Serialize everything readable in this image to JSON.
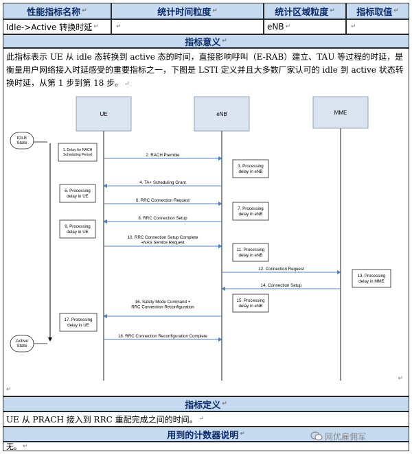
{
  "table": {
    "headers": [
      "性能指标名称",
      "统计时间粒度",
      "统计区域粒度",
      "指标取值"
    ],
    "row": {
      "name": "Idle->Active 转换时延",
      "time_granularity": "",
      "region_granularity": "eNB",
      "value": ""
    },
    "meaning_title": "指标意义",
    "meaning_text": "此指标表示 UE 从 idle 态转换到 active 态的时间，直接影响呼叫（E-RAB）建立、TAU 等过程的时延，是衡量用户网络接入时延感受的重要指标之一，下图是 LSTI 定义并且大多数厂家认可的 idle 到 active 状态转换时延，从第 1 步到第 18 步。",
    "definition_title": "指标定义",
    "definition_text": "UE 从 PRACH 接入到 RRC 重配完成之间的时间。",
    "counter_title": "用到的计数器说明",
    "counter_text": "无。"
  },
  "diagram": {
    "entities": [
      "UE",
      "eNB",
      "MME"
    ],
    "idle_state": "IDLE\nState",
    "active_state": "Active\nState",
    "messages": [
      "2. RACH Premble",
      "4. TA+ Scheduling Grant",
      "6. RRC Connection Request",
      "8. RRC Connection Setup",
      "10. RRC Connection Setup Complete\n+NAS Service Request",
      "12. Connection Request",
      "14. Connection Setup",
      "16. Safety Mode Command +\nRRC Connection Reconfiguration",
      "18. RRC Connection Reconfiguration Complete"
    ],
    "boxes": [
      "1. Delay for RACH\nScheduling Period",
      "3. Processing\ndelay in eNB",
      "5. Processing\ndelay in UE",
      "7. Processing\ndelay in eNB",
      "9. Processing\ndelay in UE",
      "11. Processing\ndelay in eNB",
      "13. Processing\ndelay in MME",
      "15. Processing\ndelay in eNB",
      "17. Processing\ndelay in UE"
    ]
  },
  "watermark": "网优雇佣军",
  "colors": {
    "header_bg": "#c6dbef",
    "header_text": "#0a2a6a",
    "arrow": "#4f81bd",
    "entity_fill": "#dbe5f1"
  }
}
